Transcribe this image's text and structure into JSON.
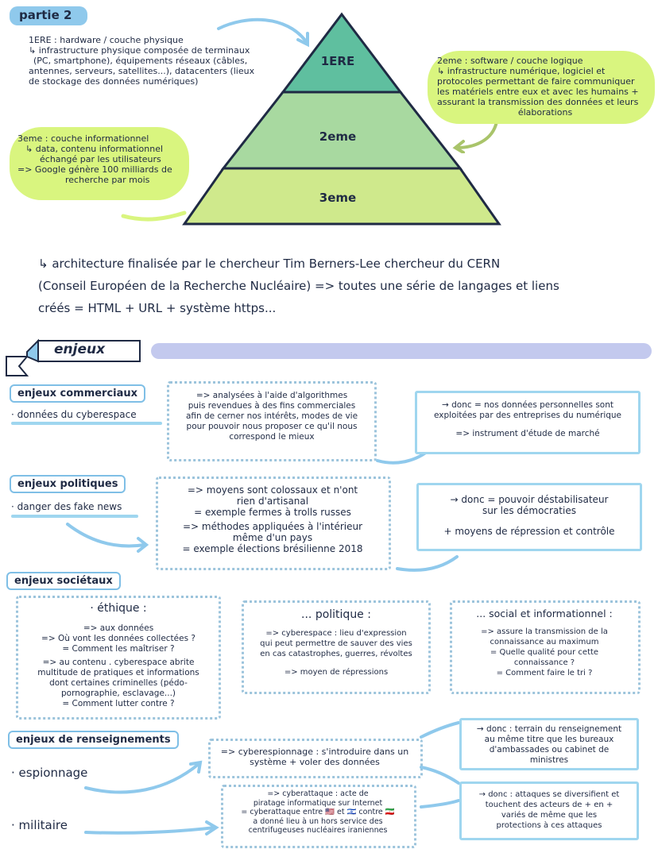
{
  "partie": "partie 2",
  "pyramid": {
    "layers": [
      "1ERE",
      "2eme",
      "3eme"
    ]
  },
  "left_top": {
    "title": "1ERE : hardware / couche physique",
    "body": [
      "↳ infrastructure physique composée de terminaux",
      "(PC, smartphone), équipements réseaux (câbles,",
      "antennes, serveurs, satellites...), datacenters (lieux",
      "de stockage des données numériques)"
    ]
  },
  "right_top": {
    "title": "2eme : software / couche logique",
    "body": [
      "↳ infrastructure numérique, logiciel et",
      "protocoles permettant de faire communiquer",
      "les matériels entre eux et avec les humains +",
      "assurant la transmission des données et leurs",
      "élaborations"
    ]
  },
  "left_mid": {
    "title": "3eme : couche informationnel",
    "body": [
      "↳ data, contenu informationnel",
      "échangé par les utilisateurs",
      "=> Google génère 100 milliards de",
      "recherche par mois"
    ]
  },
  "architecture": [
    "↳ architecture finalisée par le chercheur Tim Berners-Lee chercheur du CERN",
    "(Conseil Européen de la Recherche Nucléaire) => toutes une série de langages et liens",
    "créés = HTML + URL + système https..."
  ],
  "enjeux_banner": "enjeux",
  "commerciaux": {
    "label": "enjeux commerciaux",
    "item": "· données du cyberespace",
    "middle": [
      "=> analysées à l'aide d'algorithmes",
      "puis revendues à des fins commerciales",
      "afin de cerner nos intérêts, modes de vie",
      "pour pouvoir nous proposer ce qu'il nous",
      "correspond le mieux"
    ],
    "right": [
      "→ donc = nos données personnelles sont",
      "exploitées par des entreprises du numérique",
      "=> instrument d'étude de marché"
    ]
  },
  "politiques": {
    "label": "enjeux politiques",
    "item": "· danger des fake news",
    "middle": [
      "=> moyens sont colossaux et n'ont",
      "rien d'artisanal",
      "= exemple fermes à trolls russes",
      "=> méthodes appliquées à l'intérieur",
      "même d'un pays",
      "= exemple élections brésilienne 2018"
    ],
    "right": [
      "→ donc = pouvoir déstabilisateur",
      "sur les démocraties",
      "+ moyens de répression et contrôle"
    ]
  },
  "societaux": {
    "label": "enjeux sociétaux",
    "ethique": {
      "title": "· éthique :",
      "body": [
        "=> aux données",
        "=> Où vont les données collectées ?",
        "= Comment les maîtriser ?",
        "=> au contenu . cyberespace abrite",
        "multitude de pratiques et informations",
        "dont certaines criminelles (pédo-",
        "pornographie, esclavage...)",
        "= Comment lutter contre ?"
      ]
    },
    "politique": {
      "title": "... politique :",
      "body": [
        "=> cyberespace : lieu d'expression",
        "qui peut permettre de sauver des vies",
        "en cas catastrophes, guerres, révoltes",
        "=> moyen de répressions"
      ]
    },
    "social": {
      "title": "... social et informationnel :",
      "body": [
        "=> assure la transmission de la",
        "connaissance au maximum",
        "= Quelle qualité pour cette",
        "connaissance ?",
        "= Comment faire le tri ?"
      ]
    }
  },
  "renseignements": {
    "label": "enjeux de renseignements",
    "item1": "· espionnage",
    "item2": "· militaire",
    "middle1": [
      "=> cyberespionnage : s'introduire dans un",
      "système + voler des données"
    ],
    "middle2": [
      "=> cyberattaque : acte de",
      "piratage informatique sur Internet",
      "= cyberattaque entre 🇺🇸 et 🇮🇱 contre 🇮🇷",
      "a donné lieu à un hors service des",
      "centrifugeuses nucléaires iraniennes"
    ],
    "right1": [
      "→ donc : terrain du renseignement",
      "au même titre que les bureaux",
      "d'ambassades ou cabinet de",
      "ministres"
    ],
    "right2": [
      "→ donc : attaques se diversifient et",
      "touchent des acteurs de + en +",
      "variés de même que les",
      "protections à ces attaques"
    ]
  },
  "colors": {
    "blue": "#8fc9ec",
    "green": "#d9f57f",
    "pyr_top": "#5fbf9f",
    "pyr_mid": "#a8d9a0",
    "pyr_bot": "#cfe98c"
  }
}
